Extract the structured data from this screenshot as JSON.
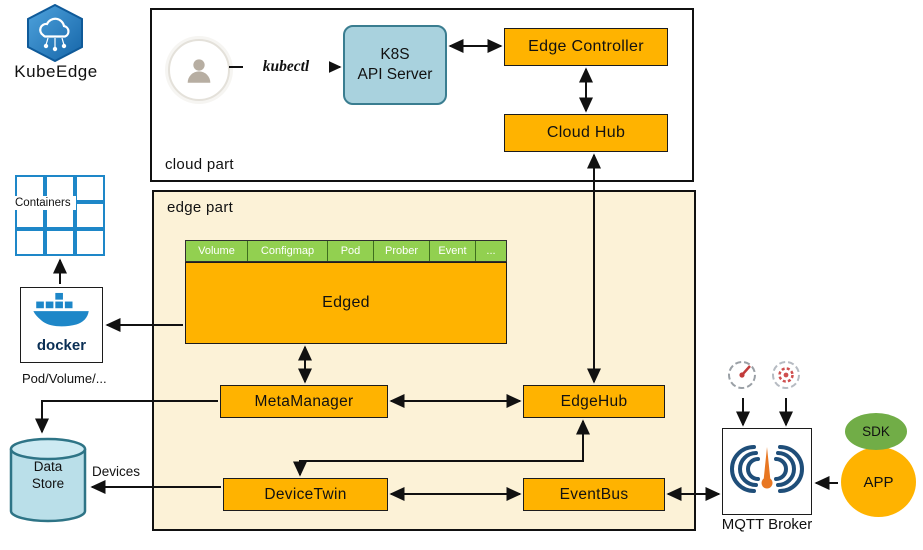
{
  "diagram": {
    "logo": {
      "name": "KubeEdge"
    },
    "cloud_part": {
      "label": "cloud part",
      "kubectl_label": "kubectl",
      "api_server": {
        "line1": "K8S",
        "line2": "API Server"
      },
      "edge_controller": "Edge Controller",
      "cloud_hub": "Cloud Hub"
    },
    "edge_part": {
      "label": "edge part",
      "edged": {
        "title": "Edged",
        "tabs": [
          "Volume",
          "Configmap",
          "Pod",
          "Prober",
          "Event",
          "..."
        ]
      },
      "meta_manager": "MetaManager",
      "edge_hub": "EdgeHub",
      "device_twin": "DeviceTwin",
      "event_bus": "EventBus"
    },
    "left_column": {
      "containers_label": "Containers",
      "docker_label": "docker",
      "pod_volume_label": "Pod/Volume/...",
      "data_store": {
        "line1": "Data",
        "line2": "Store"
      },
      "devices_label": "Devices"
    },
    "right_column": {
      "mqtt_broker_label": "MQTT Broker",
      "sdk_label": "SDK",
      "app_label": "APP"
    },
    "colors": {
      "orange": "#ffb300",
      "tab_green": "#92d050",
      "edge_cream": "#fcf2d7",
      "api_blue": "#a9d2de",
      "store_blue": "#badfe9",
      "docker_blue": "#1e87c8",
      "mqtt_navy": "#1f4e79",
      "sdk_green": "#71ad47",
      "logo_blue": "#2f86c9"
    }
  }
}
